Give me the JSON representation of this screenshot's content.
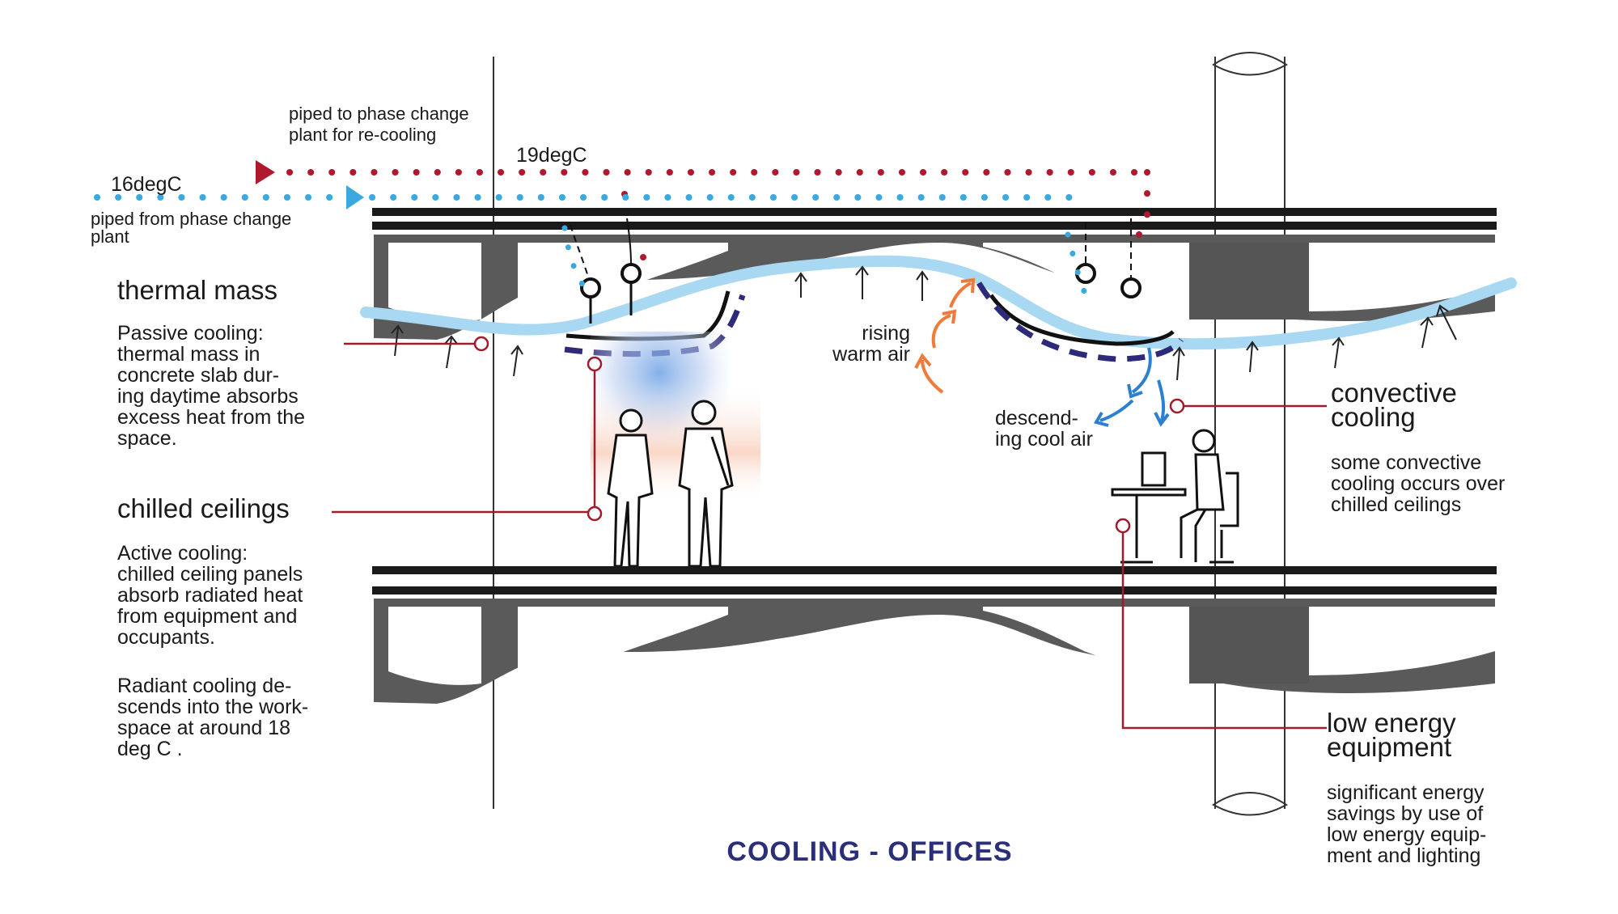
{
  "title": "COOLING - OFFICES",
  "pipes": {
    "return_label": [
      "piped to phase change",
      "plant for re-cooling"
    ],
    "return_temp": "19degC",
    "supply_label": [
      "piped from phase change",
      "plant"
    ],
    "supply_temp": "16degC"
  },
  "thermal_mass": {
    "heading": "thermal mass",
    "body": [
      "Passive cooling:",
      "thermal mass in",
      "concrete slab dur-",
      "ing daytime absorbs",
      "excess heat from the",
      "space."
    ]
  },
  "chilled_ceilings": {
    "heading": "chilled ceilings",
    "body": [
      "Active cooling:",
      "chilled ceiling panels",
      "absorb radiated heat",
      "from equipment and",
      "occupants."
    ],
    "body2": [
      "Radiant cooling de-",
      "scends into the work-",
      "space at around 18",
      "deg C ."
    ]
  },
  "rising_air": [
    "rising",
    "warm air"
  ],
  "descending_air": [
    "descend-",
    "ing cool air"
  ],
  "convective_cooling": {
    "heading": [
      "convective",
      "cooling"
    ],
    "body": [
      "some convective",
      "cooling occurs over",
      "chilled ceilings"
    ]
  },
  "low_energy_equipment": {
    "heading": [
      "low energy",
      "equipment"
    ],
    "body": [
      "significant energy",
      "savings by use of",
      "low energy equip-",
      "ment and lighting"
    ]
  },
  "colors": {
    "return_pipe": "#b0182e",
    "supply_pipe": "#3aa9e0",
    "slab": "#5a5a5a",
    "thermal_band": "#a8d8f2",
    "leader": "#a11b2c",
    "title": "#2b2f7a",
    "warm_arrow": "#f07a3a",
    "cool_arrow": "#2d7fd0",
    "panel_dash": "#2e2a7a"
  }
}
